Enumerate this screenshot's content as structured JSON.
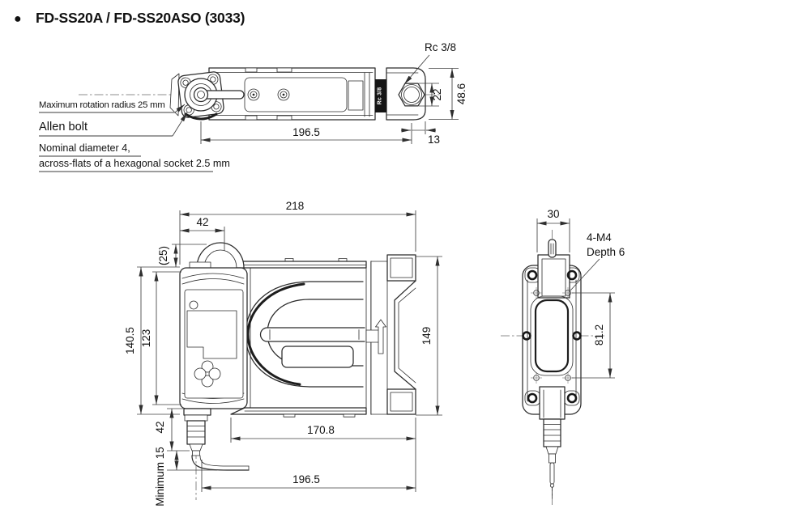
{
  "title": {
    "bullet": "●",
    "text": "FD-SS20A / FD-SS20ASO (3033)"
  },
  "colors": {
    "ink": "#2b2b2b",
    "tag_background": "#151515",
    "tag_text": "#ffffff"
  },
  "top_view": {
    "port_label": "Rc 3/8",
    "body_tag": "Rc 3/8",
    "callouts": {
      "max_rotation": "Maximum rotation radius 25 mm",
      "allen_bolt": "Allen bolt",
      "nominal_diameter": "Nominal diameter 4,",
      "across_flats": "across-flats of a hexagonal socket 2.5 mm"
    },
    "dims": {
      "port_across": "22",
      "overall_height": "48.6",
      "length": "196.5",
      "port_to_end": "13"
    }
  },
  "front_view": {
    "dims": {
      "overall_width": "218",
      "amp_width": "42",
      "loop_height": "(25)",
      "amp_height": "140.5",
      "panel_height": "123",
      "body_height": "149",
      "base_width": "170.8",
      "overall_length": "196.5",
      "connector_drop": "42",
      "min_bend": "Minimum 15"
    }
  },
  "side_view": {
    "dims": {
      "width": "30",
      "hole_pitch": "81.2"
    },
    "callouts": {
      "tap_line1": "4-M4",
      "tap_line2": "Depth 6"
    }
  }
}
